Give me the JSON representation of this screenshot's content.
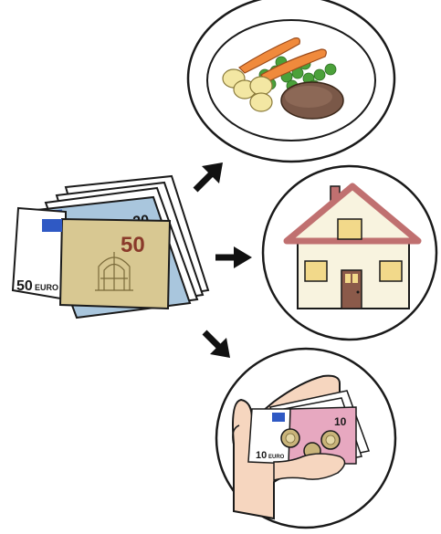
{
  "money_stack": {
    "note_50_value": "50",
    "note_50_corner": "50",
    "note_50_currency": "EURO",
    "note_20_value": "20"
  },
  "destinations": [
    {
      "id": "food",
      "icon": "plate-of-food-icon"
    },
    {
      "id": "home",
      "icon": "house-icon"
    },
    {
      "id": "savings",
      "icon": "hand-with-money-icon"
    }
  ],
  "hand_money": {
    "note_10_value": "10",
    "note_10_corner": "10",
    "note_10_currency": "EURO"
  },
  "colors": {
    "outline": "#1a1a1a",
    "note_50": "#d8c892",
    "note_20": "#a9c6dd",
    "note_10": "#e7a8c0",
    "euro_blue": "#2f59c4",
    "carrot": "#f08a3c",
    "peas": "#4ba13a",
    "potato": "#f3e7a3",
    "meat": "#7a5848",
    "house_wall": "#f8f3df",
    "roof": "#c07070",
    "window": "#f2d98a",
    "door": "#8b5a4a",
    "skin": "#f6d6bf",
    "coin": "#c9b47a"
  }
}
